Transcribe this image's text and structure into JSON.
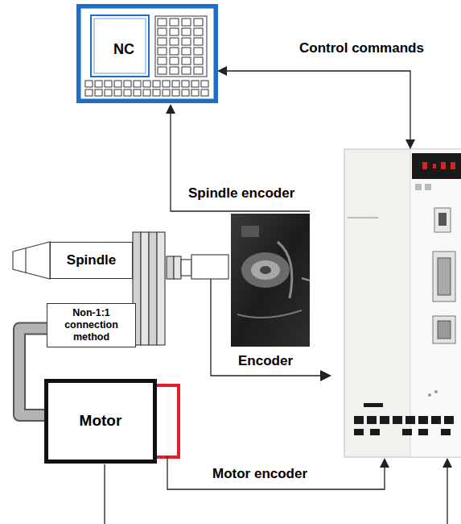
{
  "diagram": {
    "nodes": [
      {
        "text": [
          "NC"
        ]
      },
      {
        "text": [
          "Spindle"
        ]
      },
      {
        "text": [
          "Non-1:1 connection method"
        ]
      },
      {
        "text": [
          "Motor"
        ]
      }
    ],
    "edges": [
      {
        "from": 3,
        "to": 2,
        "arrow": "none"
      }
    ],
    "labels": [
      "Control commands",
      "Spindle encoder",
      "Encoder",
      "Motor encoder"
    ]
  }
}
